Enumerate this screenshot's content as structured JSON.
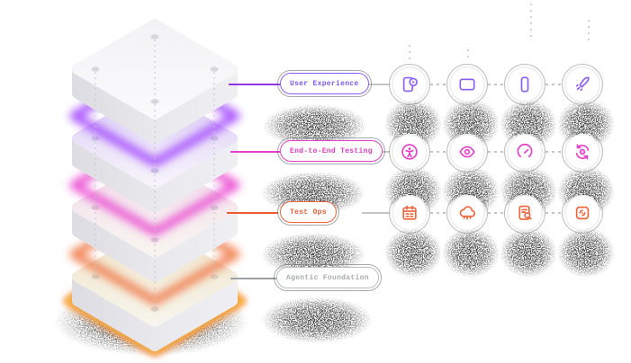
{
  "diagram": {
    "title_hint": "layered platform architecture stack",
    "stack": {
      "layers": [
        {
          "name": "user-experience-layer",
          "glow": "#9d3bfd"
        },
        {
          "name": "end-to-end-testing-layer",
          "glow": "#e93ccf"
        },
        {
          "name": "test-ops-layer",
          "glow": "#f0703a"
        },
        {
          "name": "agentic-foundation-layer",
          "glow": "#ffe13d"
        }
      ]
    },
    "rows": [
      {
        "label": "User Experience",
        "color": "#8b5cf6",
        "icons": [
          "app-click-icon",
          "desktop-screen-icon",
          "mobile-device-icon",
          "rocket-icon"
        ]
      },
      {
        "label": "End-to-End Testing",
        "color": "#e93cc8",
        "icons": [
          "accessibility-icon",
          "visual-eye-icon",
          "performance-gauge-icon",
          "sync-automation-icon"
        ]
      },
      {
        "label": "Test Ops",
        "color": "#f0633c",
        "icons": [
          "calendar-icon",
          "cloud-icon",
          "document-search-icon",
          "integrations-icon"
        ]
      },
      {
        "label": "Agentic Foundation",
        "color": "#9ca3af",
        "icons": []
      }
    ],
    "connector_colors": [
      "#9333ea",
      "#e63fd0",
      "#ef5c2e",
      "#9aa0a6"
    ],
    "line_gray": "#c3c6c3"
  }
}
